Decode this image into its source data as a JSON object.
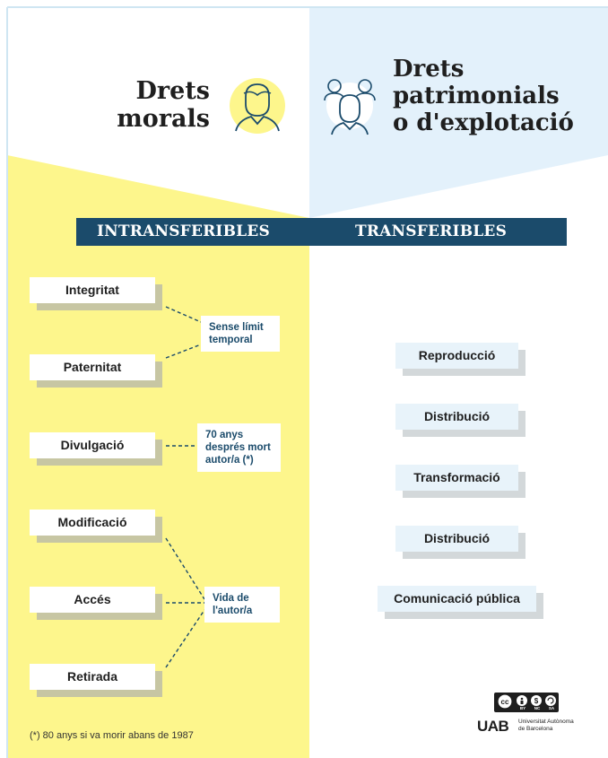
{
  "header": {
    "left_title": [
      "Drets",
      "morals"
    ],
    "right_title": [
      "Drets",
      "patrimonials",
      "o d'explotació"
    ]
  },
  "band": {
    "left_label": "INTRANSFERIBLES",
    "right_label": "TRANSFERIBLES"
  },
  "moral_rights": [
    "Integritat",
    "Paternitat",
    "Divulgació",
    "Modificació",
    "Accés",
    "Retirada"
  ],
  "notes": {
    "no_limit": [
      "Sense límit",
      "temporal"
    ],
    "seventy_years": [
      "70 anys",
      "després mort",
      "autor/a  (*)"
    ],
    "lifetime": [
      "Vida de",
      "l'autor/a"
    ]
  },
  "economic_rights": [
    "Reproducció",
    "Distribució",
    "Transformació",
    "Distribució",
    "Comunicació pública"
  ],
  "footnote": "(*) 80 anys si va morir abans de 1987",
  "license": {
    "labels": [
      "BY",
      "NC",
      "SA"
    ]
  },
  "institution": {
    "mark": "UAB",
    "name": [
      "Universitat Autònoma",
      "de Barcelona"
    ]
  },
  "colors": {
    "yellow": "#fdf68c",
    "yellow_light": "#fefcd6",
    "blue_light": "#e3f1fb",
    "navy": "#1b4b6b"
  }
}
